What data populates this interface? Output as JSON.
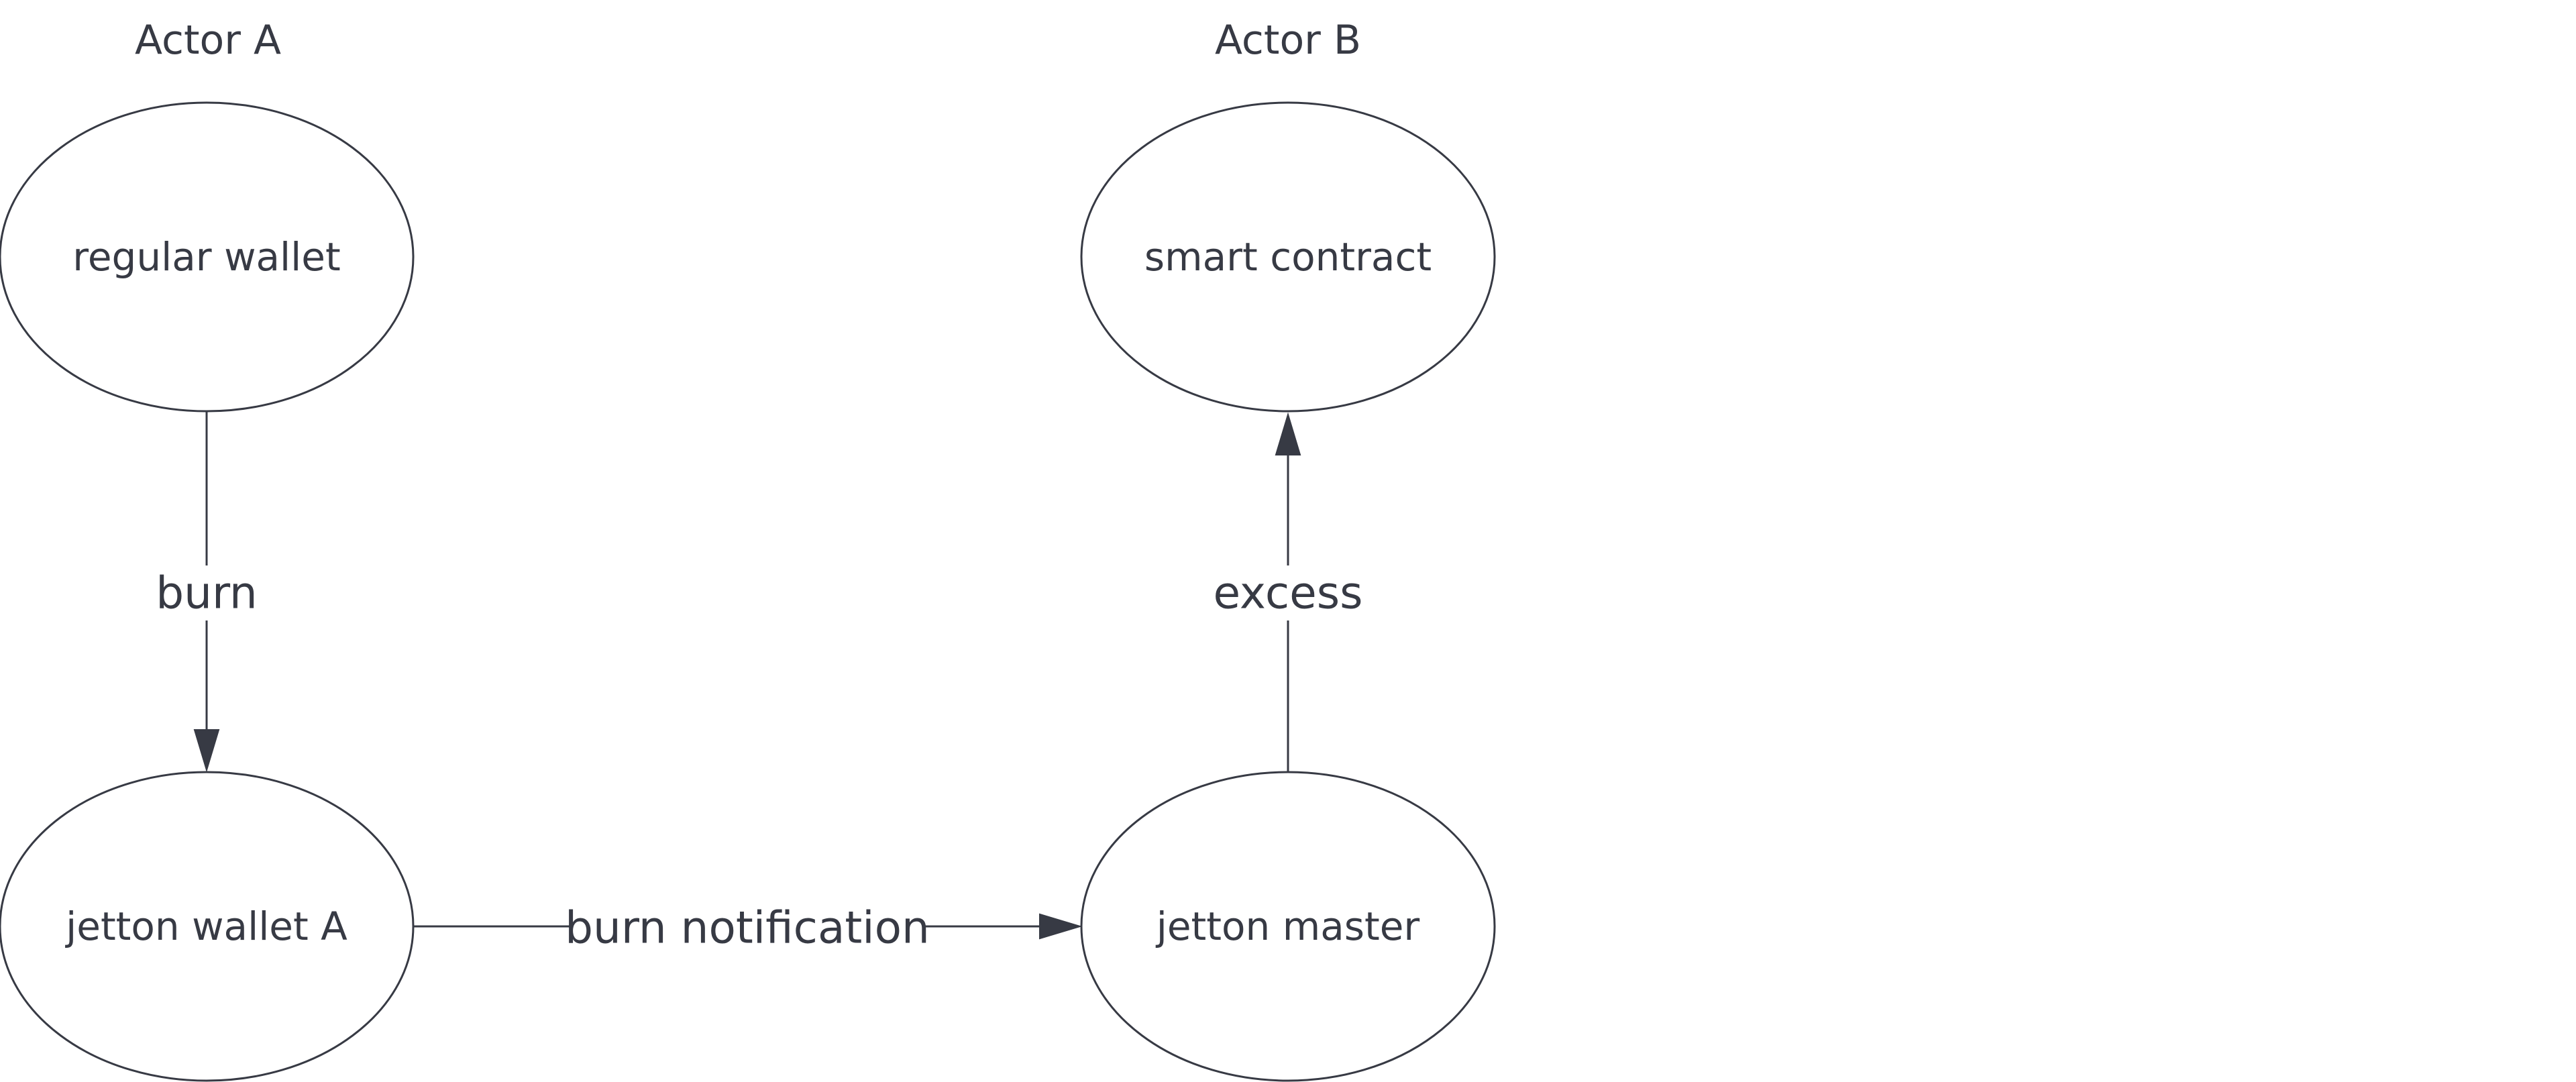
{
  "actors": {
    "a": "Actor A",
    "b": "Actor B"
  },
  "nodes": {
    "regular_wallet": "regular wallet",
    "smart_contract": "smart contract",
    "jetton_wallet_a": "jetton wallet A",
    "jetton_master": "jetton master"
  },
  "edges": {
    "burn": "burn",
    "excess": "excess",
    "burn_notification": "burn notification"
  },
  "colors": {
    "stroke": "#373a44",
    "text": "#373a44",
    "background": "#ffffff"
  }
}
